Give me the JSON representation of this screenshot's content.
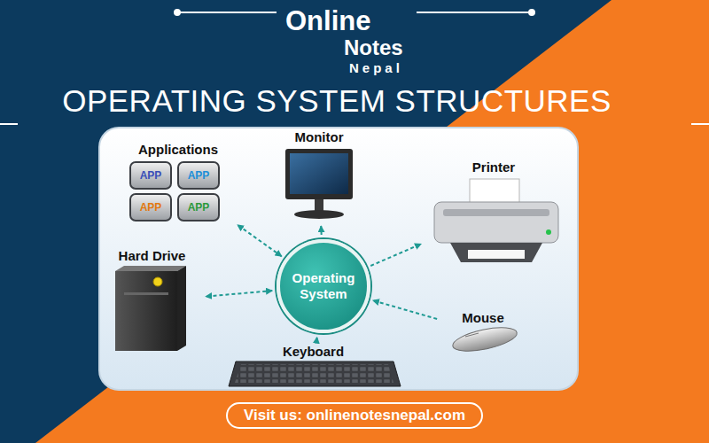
{
  "diagram": {
    "title": "OPERATING SYSTEM STRUCTURES",
    "nodes": [
      {
        "text": [
          "Applications"
        ]
      },
      {
        "text": [
          "APP"
        ],
        "in": 0
      },
      {
        "text": [
          "APP"
        ],
        "in": 0
      },
      {
        "text": [
          "APP"
        ],
        "in": 0
      },
      {
        "text": [
          "APP"
        ],
        "in": 0
      },
      {
        "text": [
          "Monitor"
        ]
      },
      {
        "text": [
          "Printer"
        ]
      },
      {
        "text": [
          "Hard Drive"
        ]
      },
      {
        "text": [
          "Operating System"
        ]
      },
      {
        "text": [
          "Mouse"
        ]
      },
      {
        "text": [
          "Keyboard"
        ]
      },
      {
        "text": [
          "Visit us: onlinenotesnepal.com"
        ]
      }
    ],
    "edges": [
      {
        "from": 8,
        "to": 0,
        "arrow": "both"
      },
      {
        "from": 8,
        "to": 5,
        "arrow": "to"
      },
      {
        "from": 8,
        "to": 6,
        "arrow": "to"
      },
      {
        "from": 8,
        "to": 7,
        "arrow": "both"
      },
      {
        "from": 9,
        "to": 8,
        "arrow": "to"
      },
      {
        "from": 10,
        "to": 8,
        "arrow": "to"
      }
    ],
    "labels": [
      "Online",
      "Notes",
      "Nepal"
    ]
  }
}
